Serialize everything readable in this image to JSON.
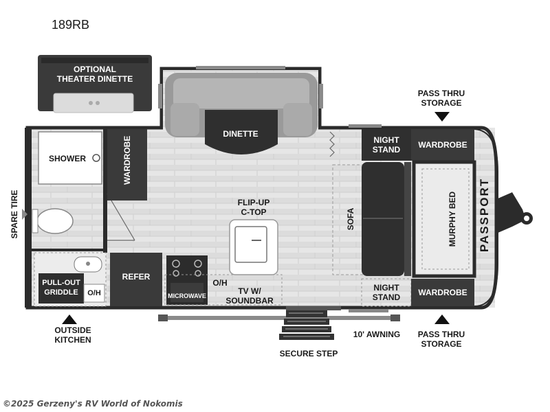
{
  "model": "189RB",
  "copyright": "©2025 Gerzeny's RV World of Nokomis",
  "brand": "PASSPORT",
  "labels": {
    "optional_theater_dinette": "OPTIONAL\nTHEATER DINETTE",
    "dinette": "DINETTE",
    "pass_thru_storage": "PASS THRU\nSTORAGE",
    "night_stand": "NIGHT\nSTAND",
    "wardrobe": "WARDROBE",
    "shower": "SHOWER",
    "spare_tire": "SPARE TIRE",
    "flip_up_c_top": "FLIP-UP\nC-TOP",
    "sofa": "SOFA",
    "murphy_bed": "MURPHY BED",
    "pull_out_griddle": "PULL-OUT\nGRIDDLE",
    "o_h": "O/H",
    "refer": "REFER",
    "microwave": "MICROWAVE",
    "tv_soundbar": "TV W/\nSOUNDBAR",
    "outside_kitchen": "OUTSIDE\nKITCHEN",
    "awning": "10' AWNING",
    "secure_step": "SECURE STEP"
  },
  "colors": {
    "wall": "#2b2b2b",
    "cabinet": "#3a3a3a",
    "floor": "#e3e3e3",
    "cushion": "#9a9a9a",
    "cushion_light": "#c4c4c4",
    "white": "#ffffff"
  }
}
